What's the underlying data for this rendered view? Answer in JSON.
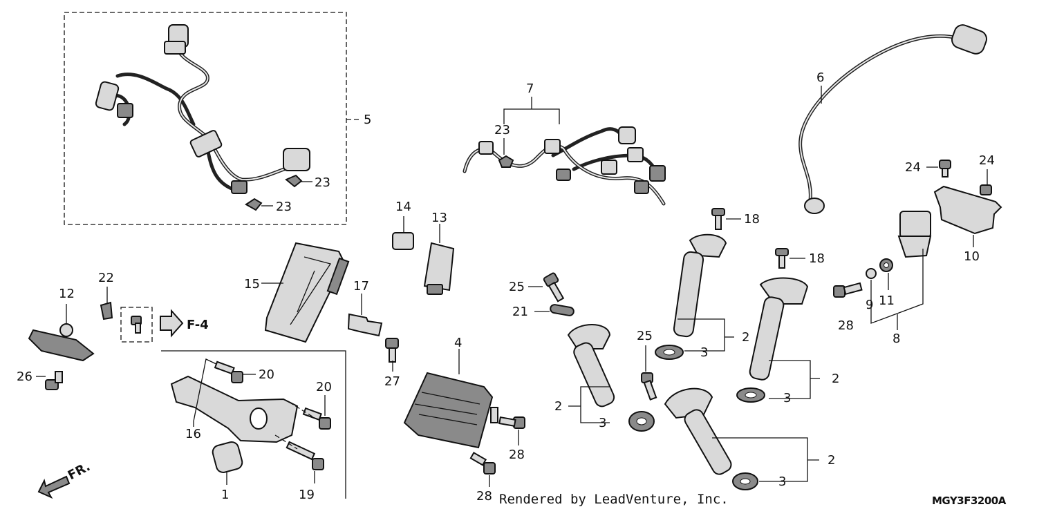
{
  "callouts": {
    "c1": "1",
    "c2a": "2",
    "c2b": "2",
    "c2c": "2",
    "c2d": "2",
    "c3a": "3",
    "c3b": "3",
    "c3c": "3",
    "c3d": "3",
    "c4": "4",
    "c5": "5",
    "c6": "6",
    "c7": "7",
    "c8": "8",
    "c9": "9",
    "c10": "10",
    "c11": "11",
    "c12": "12",
    "c13": "13",
    "c14": "14",
    "c15": "15",
    "c16": "16",
    "c17": "17",
    "c18a": "18",
    "c18b": "18",
    "c19": "19",
    "c20a": "20",
    "c20b": "20",
    "c21": "21",
    "c22": "22",
    "c23a": "23",
    "c23b": "23",
    "c23c": "23",
    "c24a": "24",
    "c24b": "24",
    "c25a": "25",
    "c25b": "25",
    "c26": "26",
    "c27": "27",
    "c28a": "28",
    "c28b": "28",
    "c28c": "28"
  },
  "reference": {
    "f4": "F-4",
    "fr": "FR."
  },
  "footer": {
    "credit": "Rendered by LeadVenture, Inc.",
    "diagram_code": "MGY3F3200A"
  }
}
